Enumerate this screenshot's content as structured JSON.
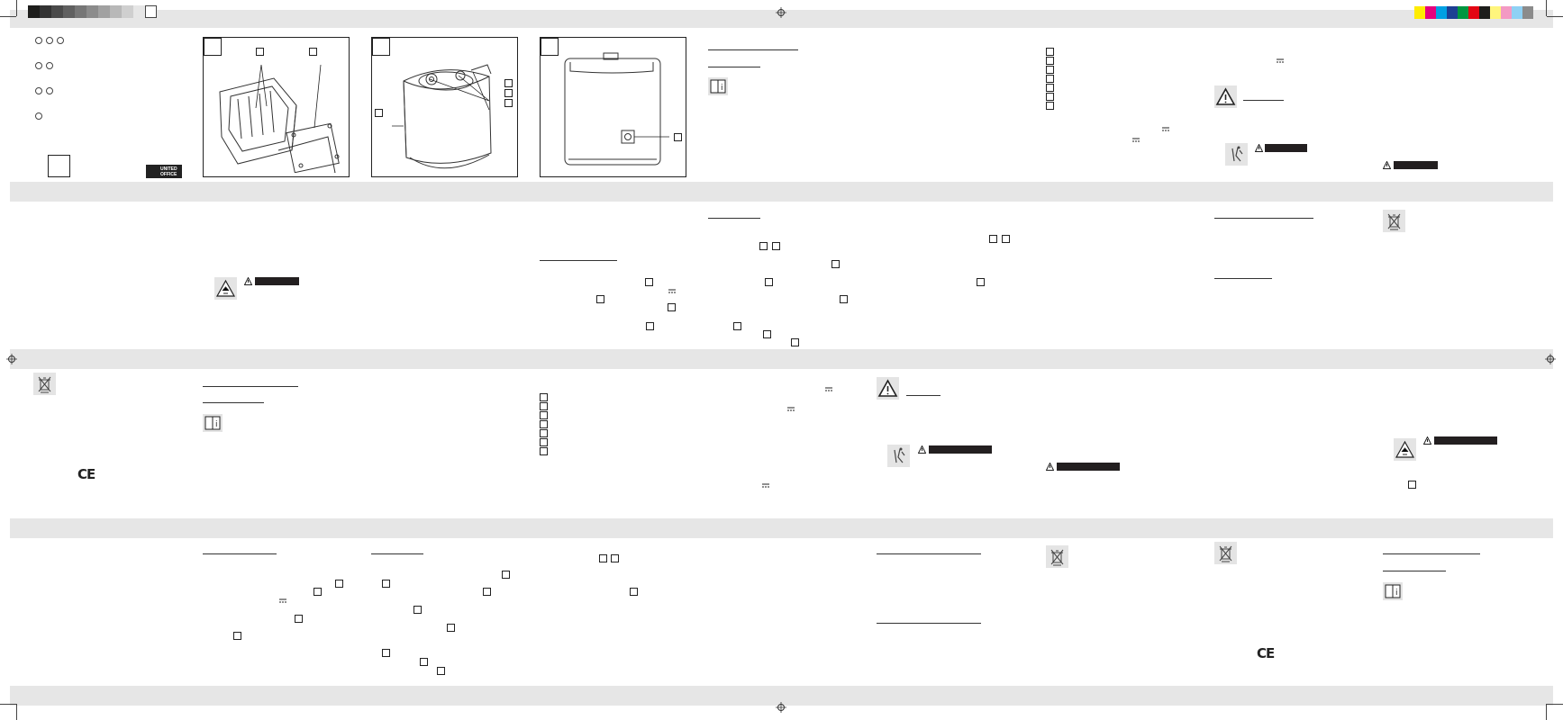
{
  "brand_logo": "UNITED OFFICE",
  "figures": [
    "",
    "",
    ""
  ],
  "footer": {
    "left": "",
    "right": ""
  },
  "colors": {
    "band": "#e6e6e6",
    "warning_bar": "#231f20",
    "color_bar": [
      "#ffec00",
      "#e5007e",
      "#00a0e3",
      "#1d3f93",
      "#009640",
      "#e30613",
      "#1d1d1b",
      "#fff57d",
      "#f39ac3",
      "#8fd1f4",
      "#8b8b8b"
    ]
  },
  "icons": [
    "registration-mark",
    "crop-mark",
    "info-book-icon",
    "warning-triangle-icon",
    "weee-bin-icon",
    "ce-mark-icon",
    "dc-symbol-icon",
    "child-hazard-icon",
    "battery-hazard-icon"
  ]
}
